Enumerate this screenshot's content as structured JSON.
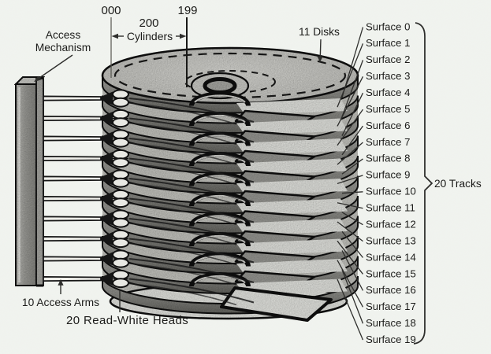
{
  "labels": {
    "cyl_left_tick": "000",
    "cyl_right_tick": "199",
    "cylinders_count": "200",
    "cylinders_word": "Cylinders",
    "access_mechanism_line1": "Access",
    "access_mechanism_line2": "Mechanism",
    "disks": "11 Disks",
    "tracks": "20 Tracks",
    "access_arms": "10 Access Arms",
    "read_write_heads": "20 Read-White Heads"
  },
  "surfaces": [
    "Surface 0",
    "Surface 1",
    "Surface 2",
    "Surface 3",
    "Surface 4",
    "Surface 5",
    "Surface 6",
    "Surface 7",
    "Surface 8",
    "Surface 9",
    "Surface 10",
    "Surface 11",
    "Surface 12",
    "Surface 13",
    "Surface 14",
    "Surface 15",
    "Surface 16",
    "Surface 17",
    "Surface 18",
    "Surface 19"
  ],
  "diagram": {
    "disk_count": 11,
    "surface_count": 20,
    "cylinder_count": 200,
    "access_arm_count": 10,
    "head_count": 20,
    "track_count": 20
  },
  "colors": {
    "paper": "#f1f3ee",
    "ink": "#1c1c1a",
    "leader": "#2e2e2c",
    "platter_face": "#dcdcd7",
    "rim_light": "#acaca7",
    "rim_dark": "#73736e",
    "gap_white": "#f3f4ef",
    "chevron": "#a2a29d",
    "hub_fill": "#dadad5",
    "mech_face": "#bdbdb8"
  }
}
